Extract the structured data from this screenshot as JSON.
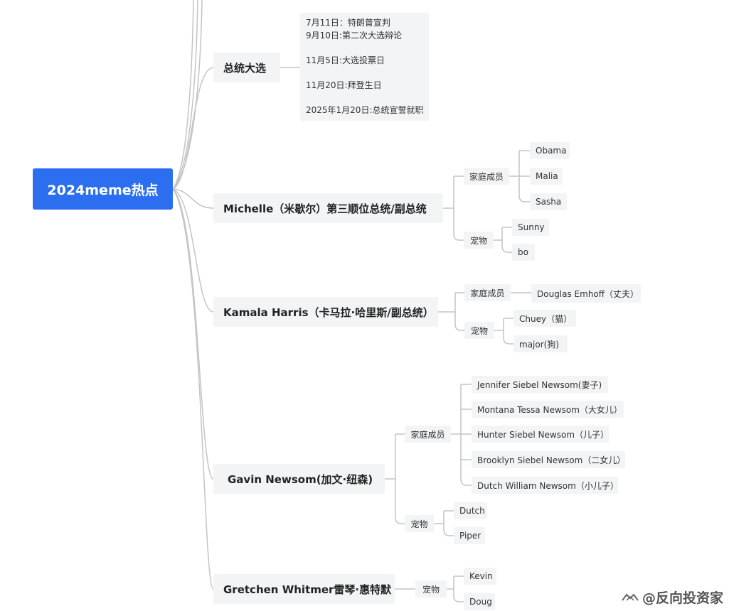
{
  "root": "2024meme热点",
  "election": {
    "title": "总统大选",
    "events": [
      "7月11日：特朗普宣判",
      "9月10日:第二次大选辩论",
      "11月5日:大选投票日",
      "11月20日:拜登生日",
      "2025年1月20日:总统宣誓就职"
    ]
  },
  "michelle": {
    "title": "Michelle（米歇尔）第三顺位总统/副总统",
    "family_label": "家庭成员",
    "family": [
      "Obama",
      "Malia",
      "Sasha"
    ],
    "pets_label": "宠物",
    "pets": [
      "Sunny",
      "bo"
    ]
  },
  "harris": {
    "title": "Kamala Harris（卡马拉·哈里斯/副总统）",
    "family_label": "家庭成员",
    "family": [
      "Douglas Emhoff（丈夫）"
    ],
    "pets_label": "宠物",
    "pets": [
      "Chuey（猫）",
      "major(狗)"
    ]
  },
  "newsom": {
    "title": "Gavin Newsom(加文·纽森)",
    "family_label": "家庭成员",
    "family": [
      "Jennifer Siebel Newsom(妻子)",
      "Montana Tessa Newsom（大女儿）",
      "Hunter Siebel Newsom（儿子）",
      "Brooklyn Siebel Newsom（二女儿）",
      "Dutch William Newsom（小儿子）"
    ],
    "pets_label": "宠物",
    "pets": [
      "Dutch",
      "Piper"
    ]
  },
  "whitmer": {
    "title": "Gretchen Whitmer雷琴·惠特默",
    "pets_label": "宠物",
    "pets": [
      "Kevin",
      "Doug"
    ]
  },
  "watermark": "@反向投资家",
  "colors": {
    "root_bg": "#2b6ff0",
    "node_bg": "#f3f4f6",
    "line": "#c4c4c4"
  }
}
